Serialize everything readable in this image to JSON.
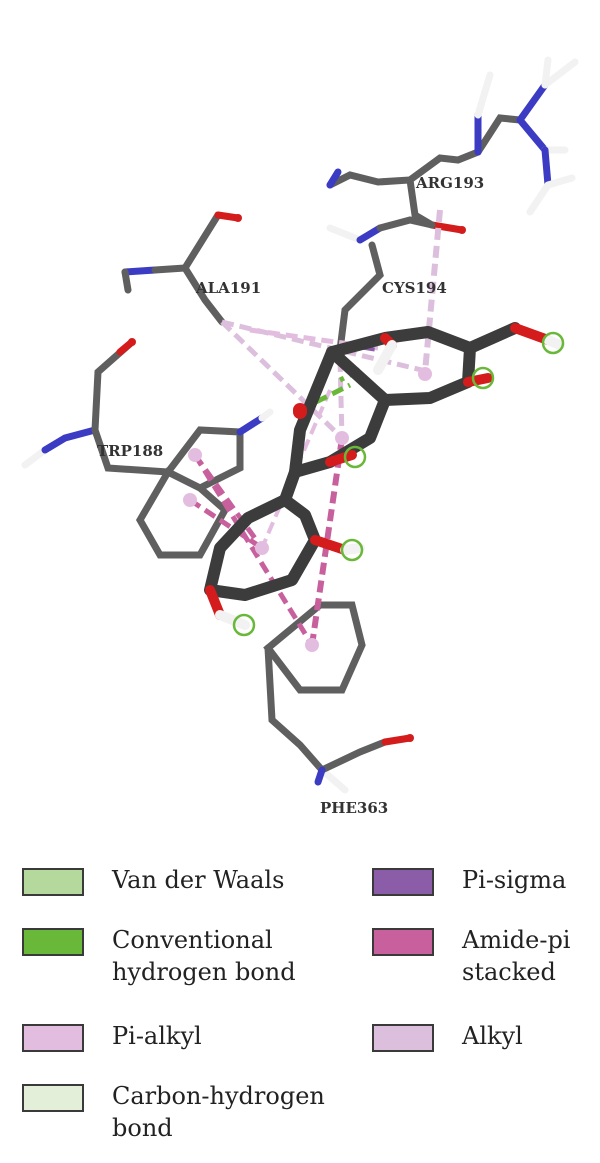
{
  "residues": [
    {
      "id": "arg",
      "label": "ARG193"
    },
    {
      "id": "ala",
      "label": "ALA191"
    },
    {
      "id": "cys",
      "label": "CYS194"
    },
    {
      "id": "trp",
      "label": "TRP188"
    },
    {
      "id": "phe",
      "label": "PHE363"
    }
  ],
  "colors": {
    "carbon": "#5f5f5f",
    "nitrogen": "#3b3bc4",
    "oxygen": "#d41c1c",
    "hydrogen": "#f2f2f2",
    "ligand": "#3c3c3c",
    "van_der_waals": "#b5d89c",
    "conventional_hbond": "#6ab83a",
    "pi_sigma": "#8b5ca8",
    "amide_pi": "#c8609e",
    "pi_alkyl": "#e3bde0",
    "alkyl": "#dcbfdc",
    "carbon_hydrogen": "#e3efd8"
  },
  "legend": [
    {
      "label": "Van der Waals",
      "color": "#b5d89c"
    },
    {
      "label": "Conventional hydrogen bond",
      "color": "#6ab83a"
    },
    {
      "label": "Pi-alkyl",
      "color": "#e3bde0"
    },
    {
      "label": "Carbon-hydrogen bond",
      "color": "#e3efd8"
    },
    {
      "label": "Pi-sigma",
      "color": "#8b5ca8"
    },
    {
      "label": "Amide-pi stacked",
      "color": "#c8609e"
    },
    {
      "label": "Alkyl",
      "color": "#dcbfdc"
    }
  ]
}
